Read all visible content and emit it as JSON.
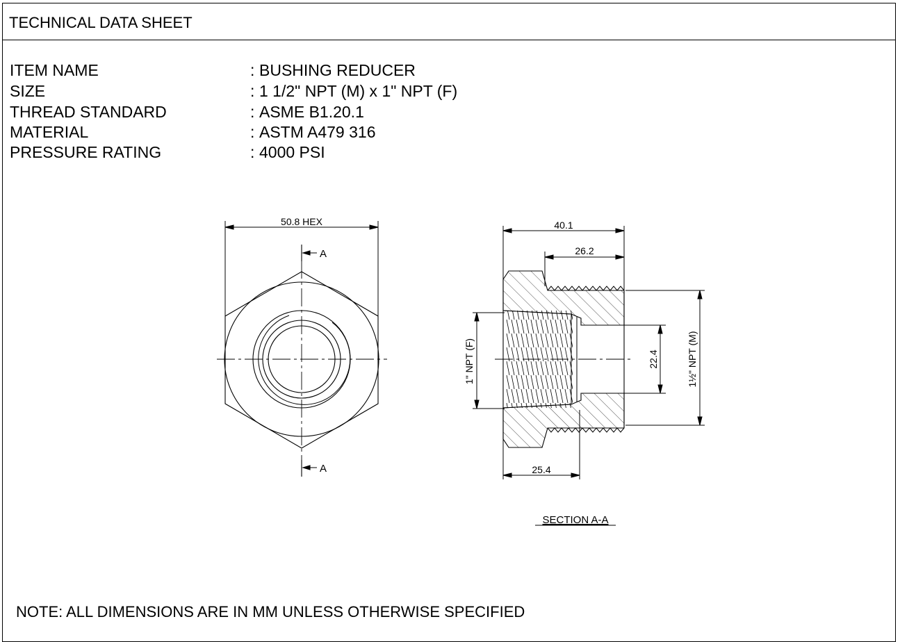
{
  "header": {
    "title": "TECHNICAL DATA SHEET"
  },
  "specs": [
    {
      "label": "ITEM NAME",
      "value": "BUSHING REDUCER"
    },
    {
      "label": "SIZE",
      "value": "1 1/2\" NPT (M) x 1\" NPT (F)"
    },
    {
      "label": "THREAD STANDARD",
      "value": "ASME B1.20.1"
    },
    {
      "label": "MATERIAL",
      "value": "ASTM A479 316"
    },
    {
      "label": "PRESSURE RATING",
      "value": "4000 PSI"
    }
  ],
  "separator": ":",
  "drawing": {
    "hex_width_label": "50.8 HEX",
    "section_marker": "A",
    "overall_length_label": "40.1",
    "male_thread_length_label": "26.2",
    "female_thread_depth_label": "25.4",
    "bore_diameter_label": "22.4",
    "female_thread_label": "1\" NPT (F)",
    "male_thread_label": "1½\" NPT (M)",
    "section_title": "SECTION A-A"
  },
  "note": "NOTE: ALL DIMENSIONS ARE IN MM UNLESS OTHERWISE SPECIFIED"
}
